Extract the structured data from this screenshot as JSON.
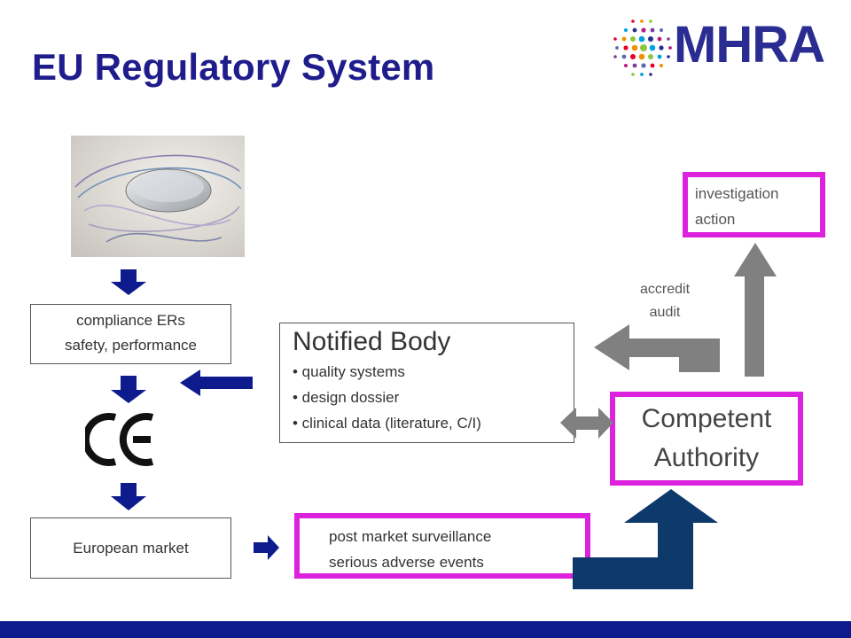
{
  "title": "EU Regulatory System",
  "logo": {
    "text": "MHRA"
  },
  "photo": {
    "icon": "implantable-device-photo"
  },
  "boxes": {
    "compliance": [
      "compliance ERs",
      "safety, performance"
    ],
    "european_market": "European market",
    "notified_body": {
      "title": "Notified Body",
      "items": [
        "• quality systems",
        "• design dossier",
        "• clinical data (literature, C/I)"
      ]
    },
    "post_market": [
      "post market surveillance",
      "serious adverse events"
    ],
    "competent_authority": [
      "Competent",
      "Authority"
    ],
    "investigation": [
      "investigation",
      "action"
    ]
  },
  "labels": {
    "accredit": "accredit",
    "audit": "audit"
  },
  "ce_mark": "CE",
  "colors": {
    "title": "#1f1c8c",
    "magenta": "#dd22dd",
    "navy_arrow": "#0d1b8c",
    "dark_arrow": "#0e3a6b",
    "grey_arrow": "#808080",
    "bottom_bar": "#0d1b8c"
  }
}
